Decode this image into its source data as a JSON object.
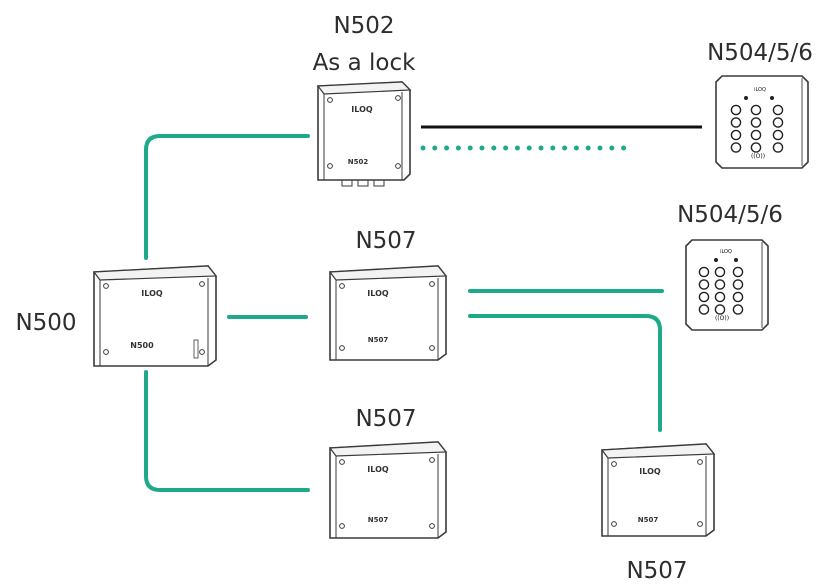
{
  "colors": {
    "link": "#1fa98a",
    "cable": "#111111",
    "box_stroke": "#3a3a3a",
    "text": "#2d2d2d"
  },
  "labels": {
    "n502_title": "N502",
    "n502_subtitle": "As a lock",
    "keypad_top": "N504/5/6",
    "keypad_mid": "N504/5/6",
    "n507_mid": "N507",
    "n507_bottom": "N507",
    "n507_right": "N507",
    "n500": "N500"
  },
  "devices": {
    "n500": {
      "brand": "ILOQ",
      "model": "N500"
    },
    "n502": {
      "brand": "ILOQ",
      "model": "N502"
    },
    "n507_mid": {
      "brand": "ILOQ",
      "model": "N507"
    },
    "n507_bottom": {
      "brand": "ILOQ",
      "model": "N507"
    },
    "n507_right": {
      "brand": "ILOQ",
      "model": "N507"
    },
    "keypad_top": {
      "brand": "iLOQ",
      "logo": "((O))"
    },
    "keypad_mid": {
      "brand": "iLOQ",
      "logo": "((O))"
    }
  },
  "icons": {
    "box": "junction-box-icon",
    "keypad": "keypad-icon"
  }
}
